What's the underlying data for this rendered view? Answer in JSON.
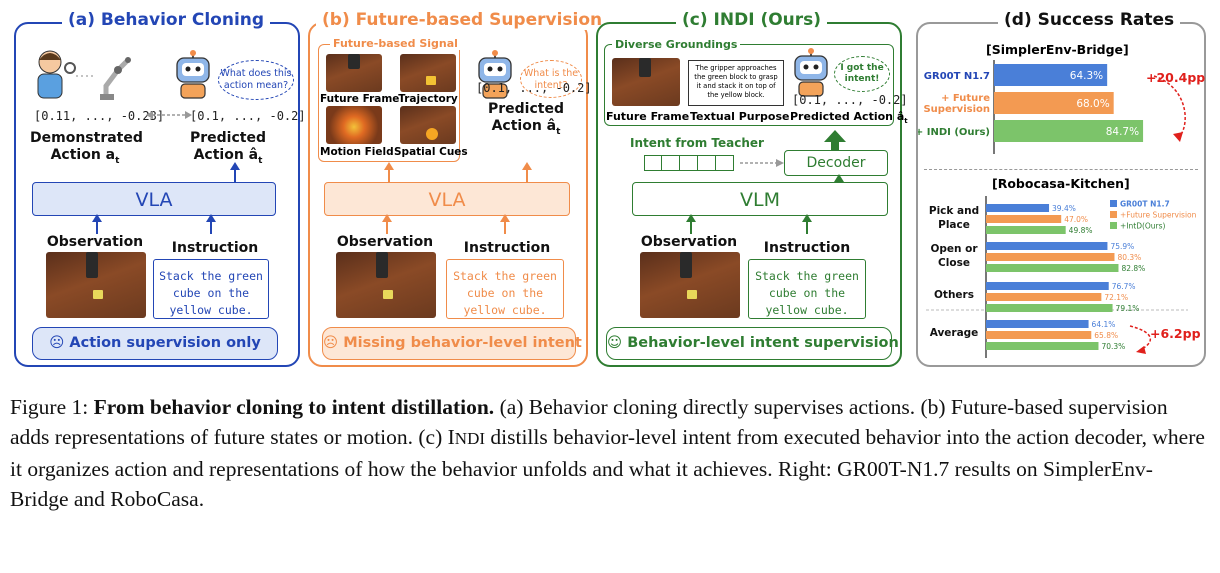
{
  "panel_a": {
    "title": "(a) Behavior Cloning",
    "bubble": "What does this action mean?",
    "demo_vec": "[0.11, ..., -0.23]",
    "pred_vec": "[0.1, ..., -0.2]",
    "demo_label_1": "Demonstrated",
    "demo_label_2": "Action a",
    "demo_sub": "t",
    "pred_label_1": "Predicted",
    "pred_label_2": "Action â",
    "pred_sub": "t",
    "model": "VLA",
    "observation": "Observation",
    "instruction": "Instruction",
    "instr_lines": [
      "Stack the green",
      "cube on the",
      "yellow cube."
    ],
    "footer": "Action supervision only",
    "color": "#2346b5"
  },
  "panel_b": {
    "title": "(b) Future-based Supervision",
    "signal_title": "Future-based Signal",
    "signal_labels": [
      "Future Frame",
      "Trajectory",
      "Motion Field",
      "Spatial Cues"
    ],
    "bubble": "What is the intent?",
    "pred_vec": "[0.1, ..., -0.2]",
    "pred_label_1": "Predicted",
    "pred_label_2": "Action â",
    "pred_sub": "t",
    "model": "VLA",
    "observation": "Observation",
    "instruction": "Instruction",
    "instr_lines": [
      "Stack the green",
      "cube on the",
      "yellow cube."
    ],
    "footer": "Missing behavior-level intent",
    "color": "#f08c4a"
  },
  "panel_c": {
    "title": "(c) INDI (Ours)",
    "ground_title": "Diverse Groundings",
    "ground_labels": [
      "Future Frame",
      "Textual Purpose",
      "Predicted Action â"
    ],
    "ground_sub": "t",
    "text_purpose": "The gripper approaches the green block to grasp it and stack it on top of the yellow block.",
    "bubble": "I got the intent!",
    "pred_vec": "[0.1, ..., -0.2]",
    "teacher": "Intent from Teacher",
    "decoder": "Decoder",
    "model": "VLM",
    "observation": "Observation",
    "instruction": "Instruction",
    "instr_lines": [
      "Stack the green",
      "cube on the",
      "yellow cube."
    ],
    "footer": "Behavior-level intent supervision",
    "color": "#2f7d32"
  },
  "panel_d": {
    "title": "(d) Success Rates",
    "simpler_title": "[SimplerEnv-Bridge]",
    "simpler_rows": [
      {
        "label": "GR00T N1.7",
        "value": 64.3,
        "text": "64.3%",
        "color": "#4a7fd8",
        "label_color": "#2346b5"
      },
      {
        "label": "+ Future Supervision",
        "value": 68.0,
        "text": "68.0%",
        "color": "#f39a52",
        "label_color": "#f08c4a"
      },
      {
        "label": "+ INDI (Ours)",
        "value": 84.7,
        "text": "84.7%",
        "color": "#7cc46a",
        "label_color": "#2f7d32"
      }
    ],
    "simpler_gain": "+20.4pp",
    "robo_title": "[Robocasa-Kitchen]",
    "robo_groups": [
      {
        "label": "Pick and Place",
        "values": [
          39.4,
          47.0,
          49.8
        ],
        "texts": [
          "39.4%",
          "47.0%",
          "49.8%"
        ]
      },
      {
        "label": "Open or Close",
        "values": [
          75.9,
          80.3,
          82.8
        ],
        "texts": [
          "75.9%",
          "80.3%",
          "82.8%"
        ]
      },
      {
        "label": "Others",
        "values": [
          76.7,
          72.1,
          79.1
        ],
        "texts": [
          "76.7%",
          "72.1%",
          "79.1%"
        ]
      },
      {
        "label": "Average",
        "values": [
          64.1,
          65.8,
          70.3
        ],
        "texts": [
          "64.1%",
          "65.8%",
          "70.3%"
        ]
      }
    ],
    "robo_legend": [
      "GR00T N1.7",
      "+Future Supervision",
      "+IntD(Ours)"
    ],
    "robo_gain": "+6.2pp",
    "gain_color": "#e0201c"
  },
  "chart_data": [
    {
      "type": "bar",
      "title": "[SimplerEnv-Bridge]",
      "categories": [
        "GR00T N1.7",
        "+ Future Supervision",
        "+ INDI (Ours)"
      ],
      "values": [
        64.3,
        68.0,
        84.7
      ],
      "annotations": [
        "+20.4pp"
      ]
    },
    {
      "type": "bar",
      "title": "[Robocasa-Kitchen]",
      "categories": [
        "Pick and Place",
        "Open or Close",
        "Others",
        "Average"
      ],
      "series": [
        {
          "name": "GR00T N1.7",
          "values": [
            39.4,
            75.9,
            76.7,
            64.1
          ]
        },
        {
          "name": "+Future Supervision",
          "values": [
            47.0,
            80.3,
            72.1,
            65.8
          ]
        },
        {
          "name": "+IntD(Ours)",
          "values": [
            49.8,
            82.8,
            79.1,
            70.3
          ]
        }
      ],
      "annotations": [
        "+6.2pp"
      ]
    }
  ],
  "caption": {
    "prefix": "Figure 1: ",
    "bold": "From behavior cloning to intent distillation.",
    "body": " (a) Behavior cloning directly supervises actions. (b) Future-based supervision adds representations of future states or motion. (c) I",
    "indi_small": "NDI",
    "rest": " distills behavior-level intent from executed behavior into the action decoder, where it organizes action and representations of how the behavior unfolds and what it achieves. Right: GR00T-N1.7 results on SimplerEnv-Bridge and RoboCasa."
  }
}
